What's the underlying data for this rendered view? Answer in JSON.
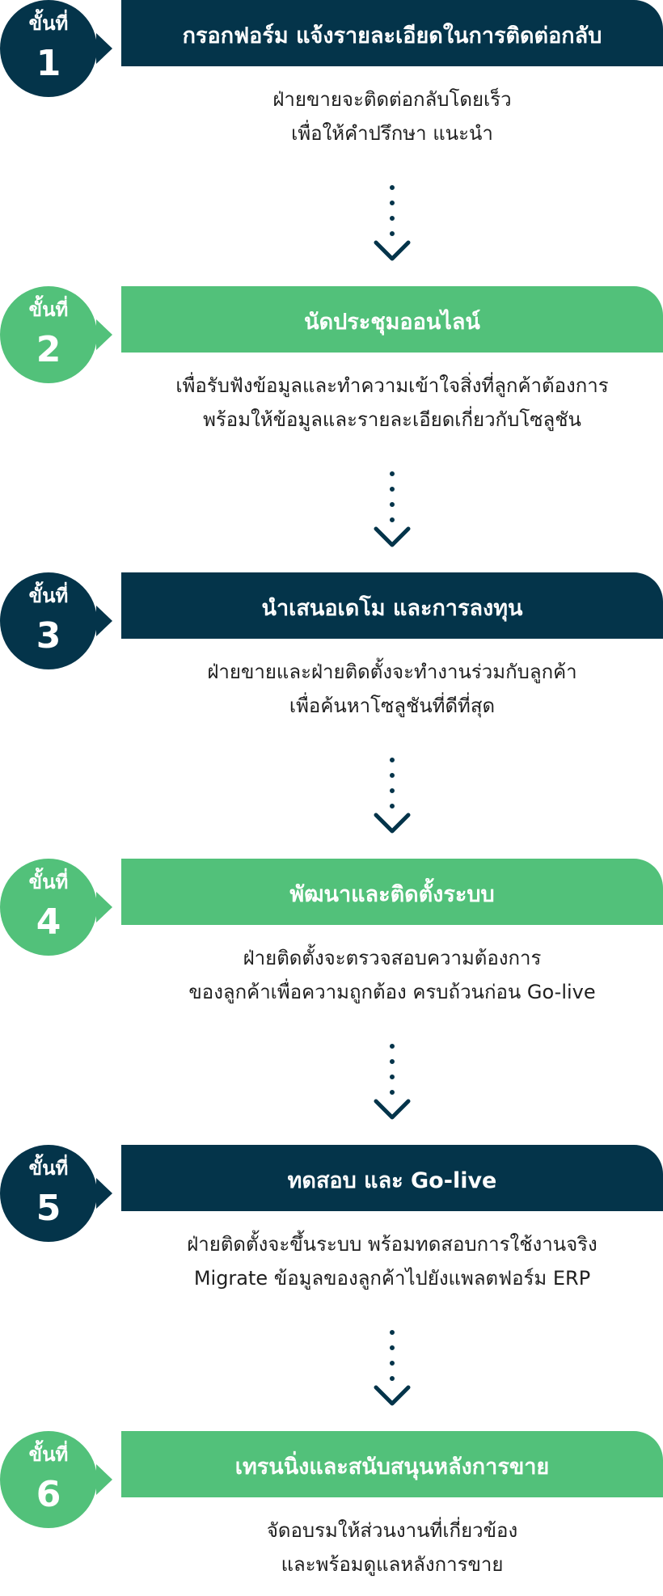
{
  "steps": [
    {
      "label": "ขั้นที่",
      "number": "1",
      "title": "กรอกฟอร์ม แจ้งรายละเอียดในการติดต่อกลับ",
      "lines": [
        "ฝ่ายขายจะติดต่อกลับโดยเร็ว",
        "เพื่อให้คำปรึกษา แนะนำ"
      ],
      "color": "#04344a"
    },
    {
      "label": "ขั้นที่",
      "number": "2",
      "title": "นัดประชุมออนไลน์",
      "lines": [
        "เพื่อรับฟังข้อมูลและทำความเข้าใจสิ่งที่ลูกค้าต้องการ",
        "พร้อมให้ข้อมูลและรายละเอียดเกี่ยวกับโซลูชัน"
      ],
      "color": "#52c17a"
    },
    {
      "label": "ขั้นที่",
      "number": "3",
      "title": "นำเสนอเดโม และการลงทุน",
      "lines": [
        "ฝ่ายขายและฝ่ายติดตั้งจะทำงานร่วมกับลูกค้า",
        "เพื่อค้นหาโซลูชันที่ดีที่สุด"
      ],
      "color": "#04344a"
    },
    {
      "label": "ขั้นที่",
      "number": "4",
      "title": "พัฒนาและติดตั้งระบบ",
      "lines": [
        "ฝ่ายติดตั้งจะตรวจสอบความต้องการ",
        "ของลูกค้าเพื่อความถูกต้อง ครบถ้วนก่อน Go-live"
      ],
      "color": "#52c17a"
    },
    {
      "label": "ขั้นที่",
      "number": "5",
      "title": "ทดสอบ และ Go-live",
      "lines": [
        "ฝ่ายติดตั้งจะขึ้นระบบ พร้อมทดสอบการใช้งานจริง",
        "Migrate ข้อมูลของลูกค้าไปยังแพลตฟอร์ม ERP"
      ],
      "color": "#04344a"
    },
    {
      "label": "ขั้นที่",
      "number": "6",
      "title": "เทรนนิ่งและสนับสนุนหลังการขาย",
      "lines": [
        "จัดอบรมให้ส่วนงานที่เกี่ยวข้อง",
        "และพร้อมดูแลหลังการขาย"
      ],
      "color": "#52c17a"
    }
  ],
  "arrow_icon": "dotted-down-arrow-icon"
}
